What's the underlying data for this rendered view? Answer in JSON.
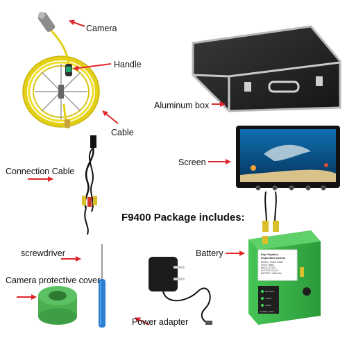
{
  "title": "F9400 Package includes:",
  "labels": {
    "camera": "Camera",
    "handle": "Handle",
    "cable": "Cable",
    "aluminum_box": "Aluminum box",
    "connection_cable": "Connection Cable",
    "screen": "Screen",
    "screwdriver": "screwdriver",
    "battery": "Battery",
    "camera_protective_cover": "Camera protective cover",
    "power_adapter": "Power adapter"
  },
  "battery_box": {
    "line1": "Pipe Pipeline",
    "line2": "Inspection System",
    "spec1": "MODEL: F9400 F9600",
    "spec2": "F9700 F9800",
    "spec3": "INPUT: DC12V",
    "spec4": "OUTPUT: DC12V",
    "spec5": "BATTERY: 4500mAh",
    "indicator1": "BATTERY",
    "indicator2": "VIDEO",
    "indicator3": "VIDEO",
    "indicator4": "POWER LIGHT"
  },
  "colors": {
    "arrow": "#e0262b",
    "cable": "#e8d71a",
    "box_green": "#3bb54a",
    "screwdriver": "#2a7fd4",
    "cover": "#4caf50",
    "aluminum": "#2b2b2b"
  }
}
